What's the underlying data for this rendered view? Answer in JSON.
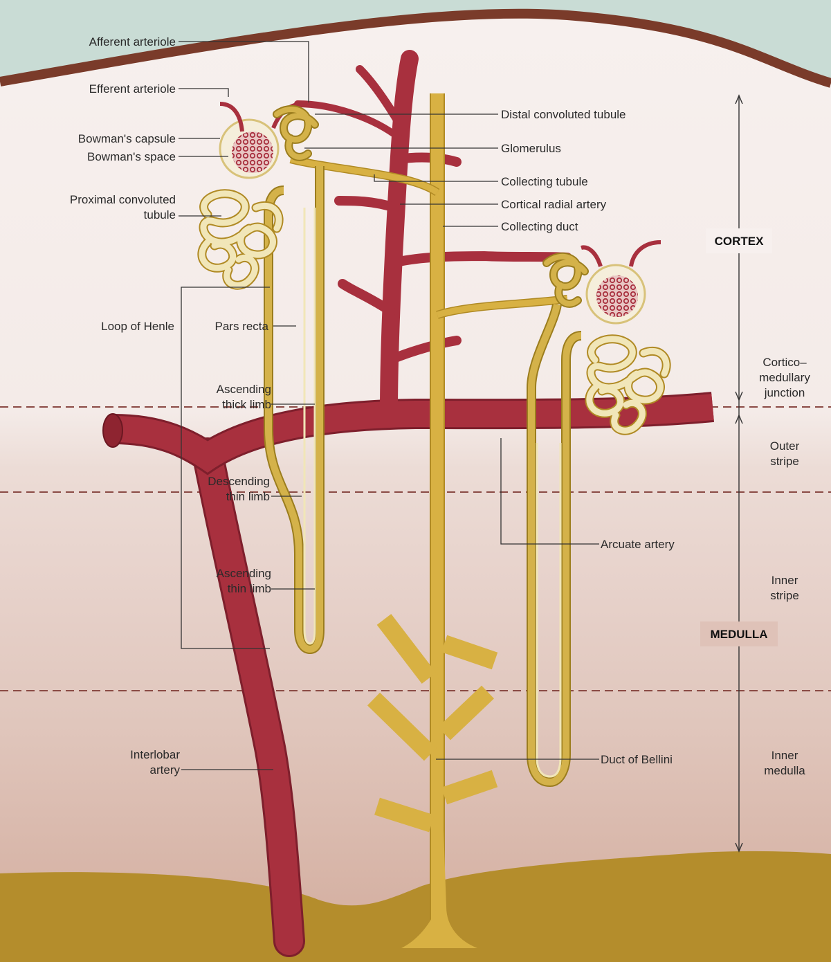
{
  "colors": {
    "sky": "#c9dcd5",
    "capsule_border": "#7a3b2a",
    "cortex": "#f7f0ee",
    "junction": "#f1e4e0",
    "outer_stripe": "#e8d3cc",
    "inner_stripe": "#dfc2b8",
    "inner_medulla": "#d2ab9c",
    "pelvis": "#b48d2c",
    "artery": "#a8303e",
    "artery_dark": "#7e1f2c",
    "tubule": "#d4b24a",
    "tubule_dark": "#9b7d1e",
    "tubule_light": "#f1e6b8",
    "duct": "#d8b143"
  },
  "labels": {
    "afferent_arteriole": "Afferent arteriole",
    "efferent_arteriole": "Efferent arteriole",
    "bowmans_capsule": "Bowman's capsule",
    "bowmans_space": "Bowman's space",
    "proximal_line1": "Proximal convoluted",
    "proximal_line2": "tubule",
    "loop_of_henle": "Loop of Henle",
    "pars_recta": "Pars recta",
    "asc_thick_line1": "Ascending",
    "asc_thick_line2": "thick limb",
    "desc_thin_line1": "Descending",
    "desc_thin_line2": "thin limb",
    "asc_thin_line1": "Ascending",
    "asc_thin_line2": "thin limb",
    "interlobar_line1": "Interlobar",
    "interlobar_line2": "artery",
    "distal_convoluted_tubule": "Distal convoluted tubule",
    "glomerulus": "Glomerulus",
    "collecting_tubule": "Collecting tubule",
    "cortical_radial_artery": "Cortical radial artery",
    "collecting_duct": "Collecting duct",
    "arcuate_artery": "Arcuate artery",
    "duct_of_bellini": "Duct of Bellini"
  },
  "zones": {
    "cortex": "CORTEX",
    "medulla": "MEDULLA",
    "junction_line1": "Cortico–",
    "junction_line2": "medullary",
    "junction_line3": "junction",
    "outer_stripe_line1": "Outer",
    "outer_stripe_line2": "stripe",
    "inner_stripe_line1": "Inner",
    "inner_stripe_line2": "stripe",
    "inner_medulla_line1": "Inner",
    "inner_medulla_line2": "medulla"
  }
}
